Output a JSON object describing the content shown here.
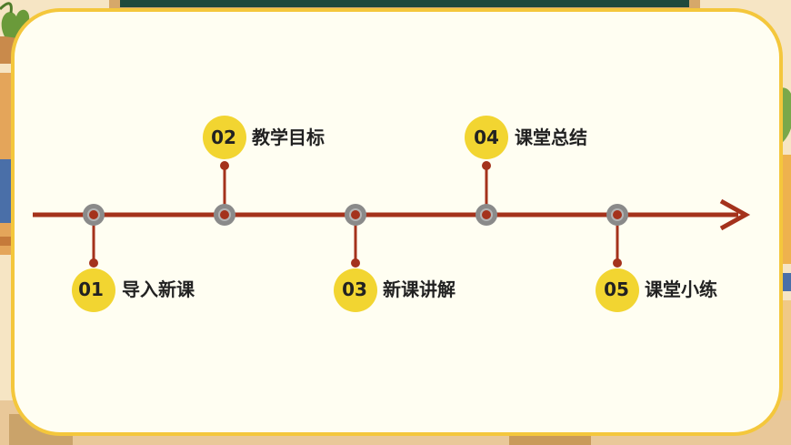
{
  "slide": {
    "colors": {
      "frame": "#f4c73c",
      "panel": "#fffef2",
      "timeline": "#a4321c",
      "node_ring": "#8a8a8a",
      "badge": "#f2d531",
      "text": "#222222"
    }
  },
  "timeline": {
    "items": [
      {
        "num": "01",
        "label": "导入新课",
        "position": "below"
      },
      {
        "num": "02",
        "label": "教学目标",
        "position": "above"
      },
      {
        "num": "03",
        "label": "新课讲解",
        "position": "below"
      },
      {
        "num": "04",
        "label": "课堂总结",
        "position": "above"
      },
      {
        "num": "05",
        "label": "课堂小练",
        "position": "below"
      }
    ]
  }
}
